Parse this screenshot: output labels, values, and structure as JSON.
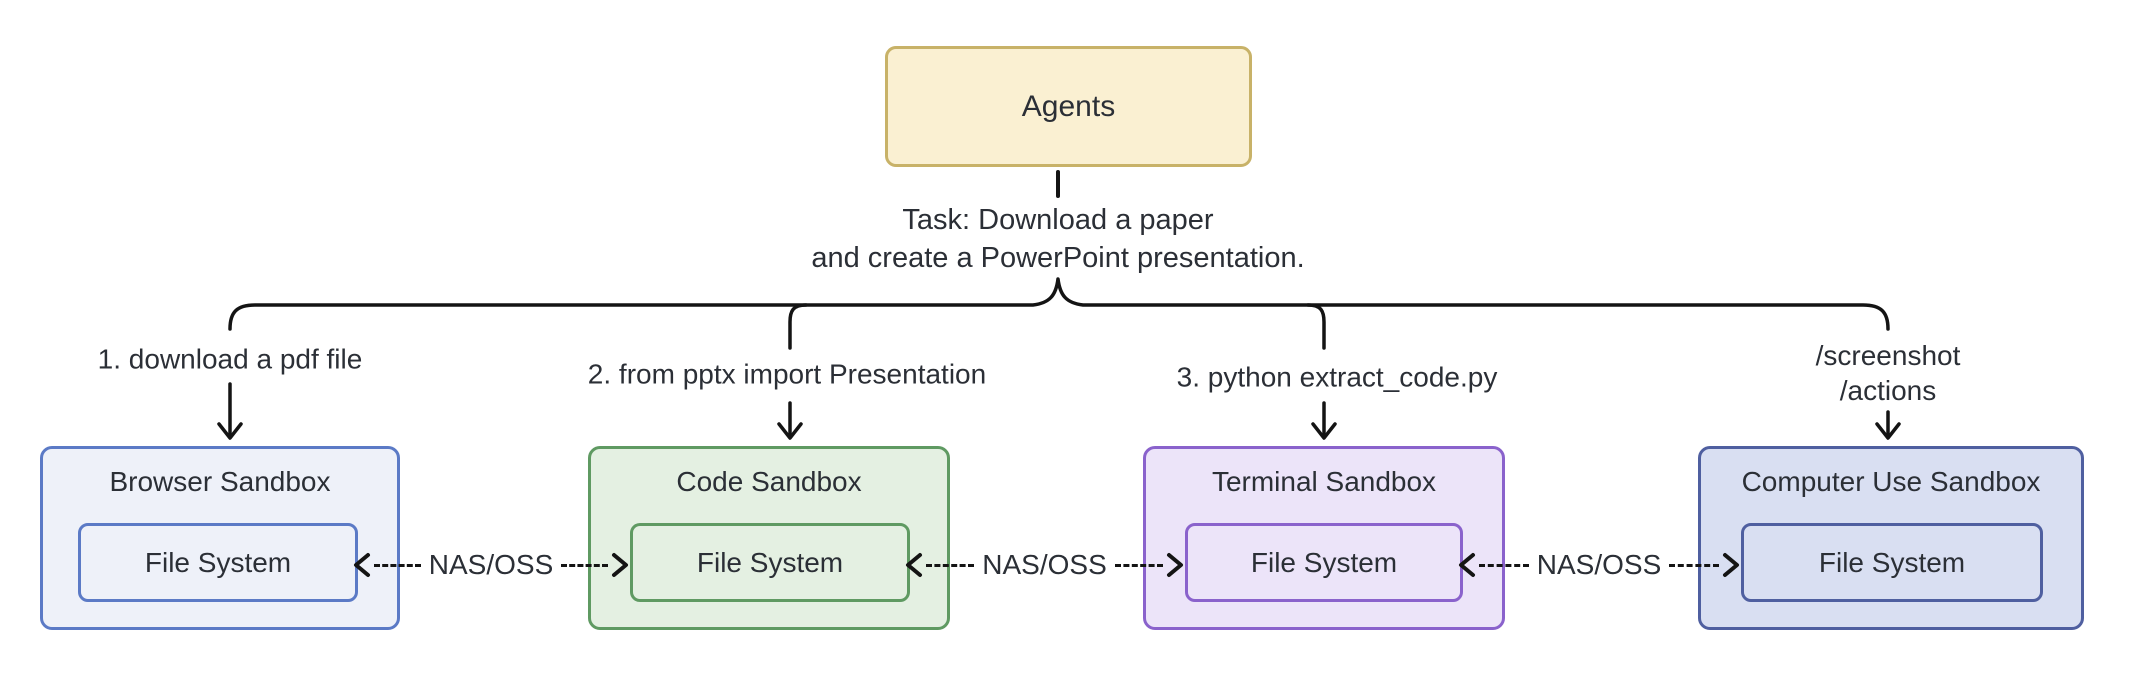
{
  "diagram": {
    "agents": {
      "label": "Agents"
    },
    "task": {
      "line1": "Task: Download a paper",
      "line2": "and create a PowerPoint presentation."
    },
    "branches": [
      {
        "label": "1. download a pdf file"
      },
      {
        "label": "2. from pptx import Presentation"
      },
      {
        "label": "3. python extract_code.py"
      },
      {
        "line1": "/screenshot",
        "line2": "/actions"
      }
    ],
    "sandboxes": [
      {
        "title": "Browser Sandbox",
        "inner_label": "File System",
        "border_color": "#5b7ac6",
        "fill_color": "#eef1f9"
      },
      {
        "title": "Code Sandbox",
        "inner_label": "File System",
        "border_color": "#5f9a62",
        "fill_color": "#e4f0e2"
      },
      {
        "title": "Terminal Sandbox",
        "inner_label": "File System",
        "border_color": "#8a62cc",
        "fill_color": "#ece4f9"
      },
      {
        "title": "Computer Use Sandbox",
        "inner_label": "File System",
        "border_color": "#4f5fa0",
        "fill_color": "#d9dff2"
      }
    ],
    "connectors": [
      {
        "label": "NAS/OSS"
      },
      {
        "label": "NAS/OSS"
      },
      {
        "label": "NAS/OSS"
      }
    ],
    "colors": {
      "agents_fill": "#faf0d2",
      "agents_border": "#c8b268",
      "line": "#141414",
      "text": "#2b2f36"
    }
  }
}
